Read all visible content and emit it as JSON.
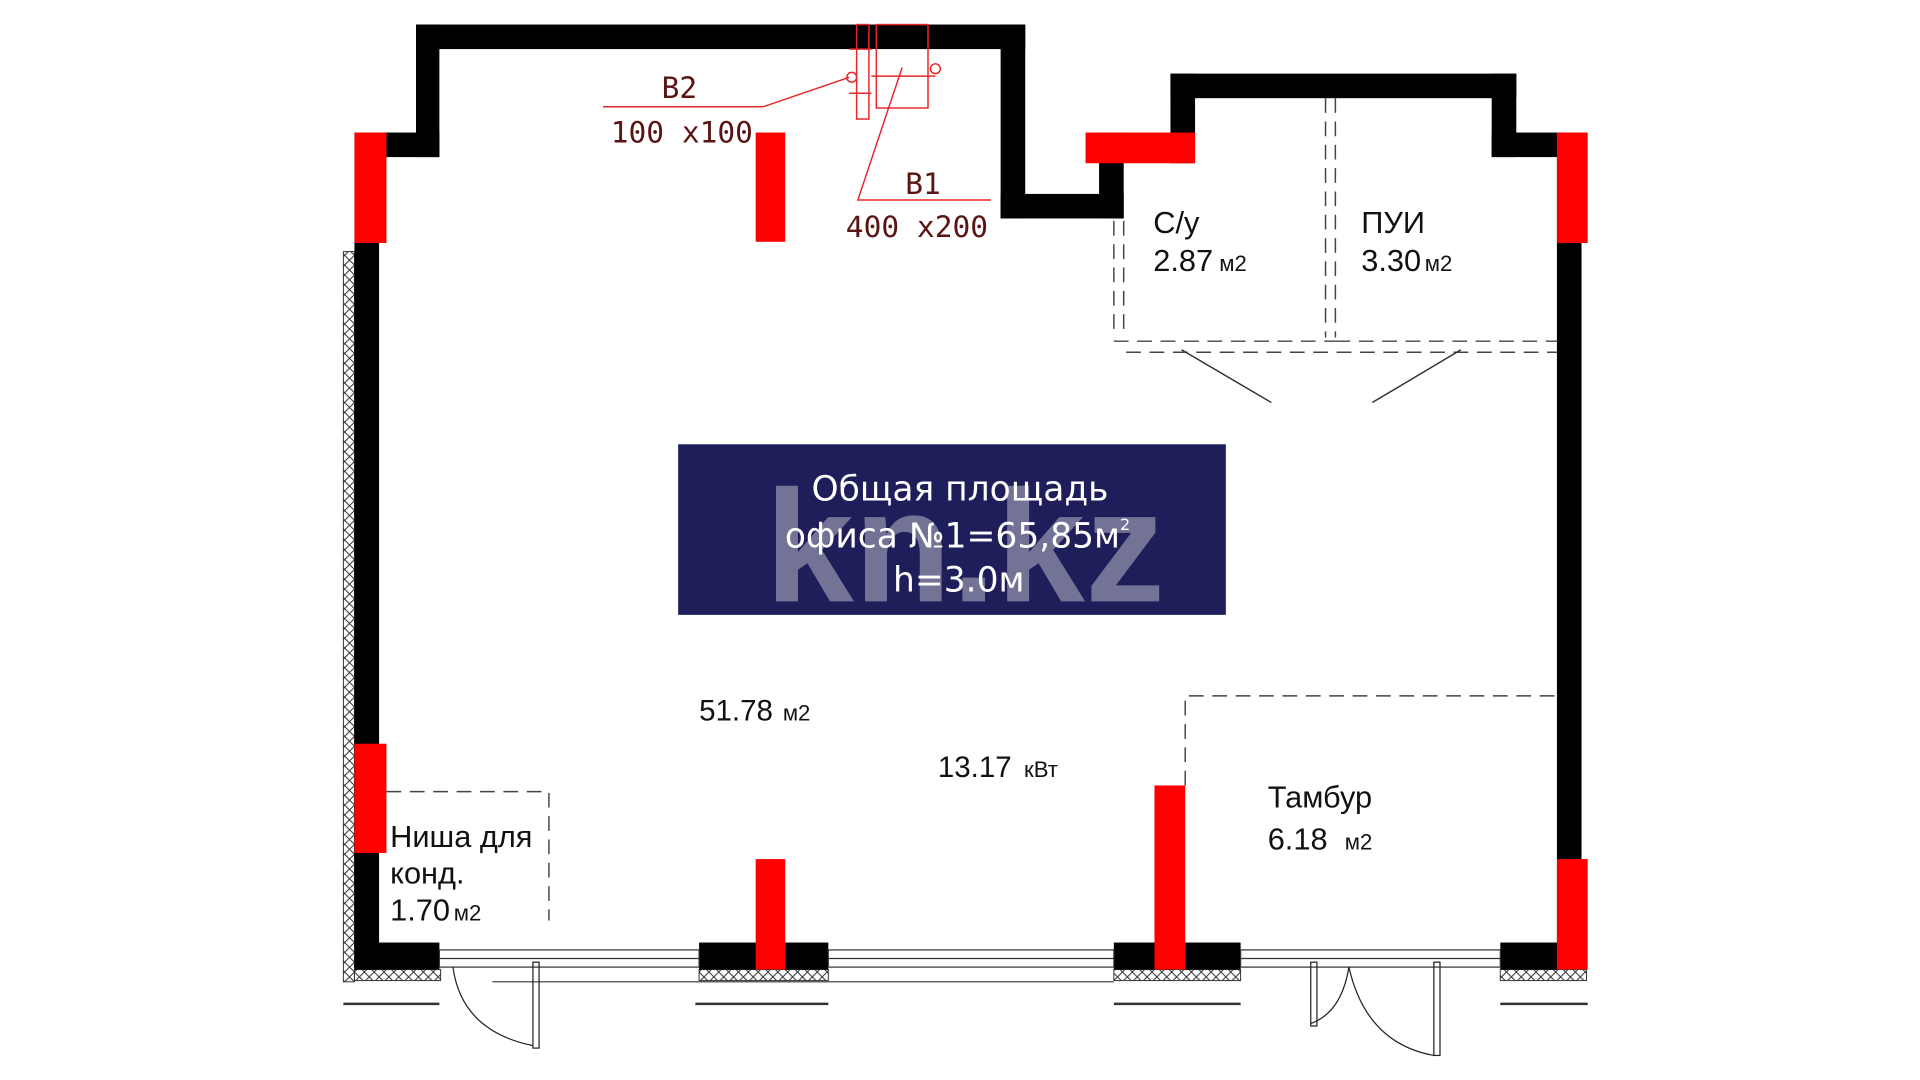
{
  "colors": {
    "wall": "#000000",
    "column": "#ff0000",
    "banner": "#1e1e5a",
    "vent": "#e8262b",
    "vent_text": "#5a1414"
  },
  "vents": {
    "b2": {
      "name": "В2",
      "size": "100 x100"
    },
    "b1": {
      "name": "В1",
      "size": "400 x200"
    }
  },
  "rooms": {
    "wc": {
      "name": "С/у",
      "area": "2.87",
      "unit": "м2"
    },
    "pui": {
      "name": "ПУИ",
      "area": "3.30",
      "unit": "м2"
    },
    "main": {
      "area": "51.78",
      "unit": "м2"
    },
    "power": {
      "value": "13.17",
      "unit": "кВт"
    },
    "tambur": {
      "name": "Тамбур",
      "area": "6.18",
      "unit": "м2"
    },
    "niche": {
      "name_line1": "Ниша для",
      "name_line2": "конд.",
      "area": "1.70",
      "unit": "м2"
    }
  },
  "banner": {
    "line1": "Общая площадь",
    "line2": "офиса №1=65,85м",
    "line2_sup": "2",
    "line3": "h=3.0м"
  },
  "watermark": "kn.kz"
}
